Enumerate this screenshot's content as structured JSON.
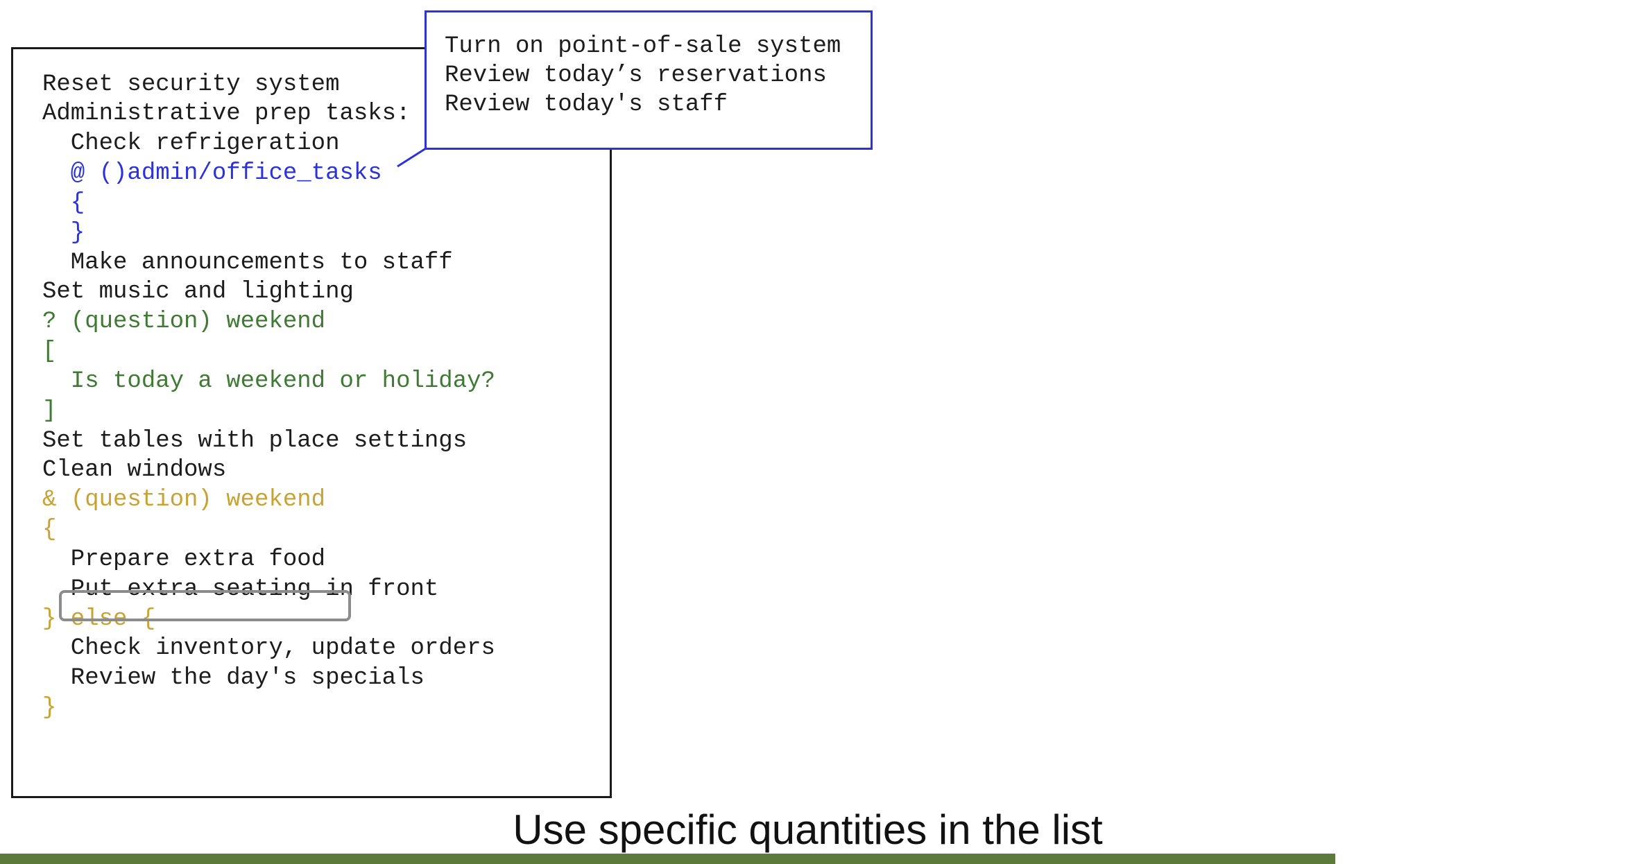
{
  "main_list": {
    "lines": [
      {
        "text": "Reset security system",
        "color": "#1c1c1c"
      },
      {
        "text": "Administrative prep tasks:",
        "color": "#1c1c1c"
      },
      {
        "text": "  Check refrigeration",
        "color": "#1c1c1c"
      },
      {
        "text": "  @ ()admin/office_tasks",
        "color": "#2b32d8"
      },
      {
        "text": "  {",
        "color": "#2b32d8"
      },
      {
        "text": "  }",
        "color": "#2b32d8"
      },
      {
        "text": "  Make announcements to staff",
        "color": "#1c1c1c"
      },
      {
        "text": "Set music and lighting",
        "color": "#1c1c1c"
      },
      {
        "text": "? (question) weekend",
        "color": "#3f7a33"
      },
      {
        "text": "[",
        "color": "#3f7a33"
      },
      {
        "text": "  Is today a weekend or holiday?",
        "color": "#3f7a33"
      },
      {
        "text": "]",
        "color": "#3f7a33"
      },
      {
        "text": "Set tables with place settings",
        "color": "#1c1c1c"
      },
      {
        "text": "Clean windows",
        "color": "#1c1c1c"
      },
      {
        "text": "& (question) weekend",
        "color": "#c8a234"
      },
      {
        "text": "{",
        "color": "#c8a234"
      },
      {
        "text": "  Prepare extra food",
        "color": "#1c1c1c"
      },
      {
        "text": "  Put extra seating in front",
        "color": "#1c1c1c"
      },
      {
        "text": "} else {",
        "color": "#c8a234"
      },
      {
        "text": "  Check inventory, update orders",
        "color": "#1c1c1c"
      },
      {
        "text": "  Review the day's specials",
        "color": "#1c1c1c"
      },
      {
        "text": "}",
        "color": "#c8a234"
      }
    ]
  },
  "callout": {
    "lines": [
      "Turn on point-of-sale system",
      "Review today’s reservations",
      "Review today's staff"
    ],
    "border_color": "#2b32d8"
  },
  "caption": "Use specific quantities in the list",
  "colors": {
    "text": "#1c1c1c",
    "reference": "#2b32d8",
    "question": "#3f7a33",
    "conditional": "#c8a234",
    "highlight_border": "#8c8c8c",
    "footer_bar": "#5c7a3c"
  }
}
